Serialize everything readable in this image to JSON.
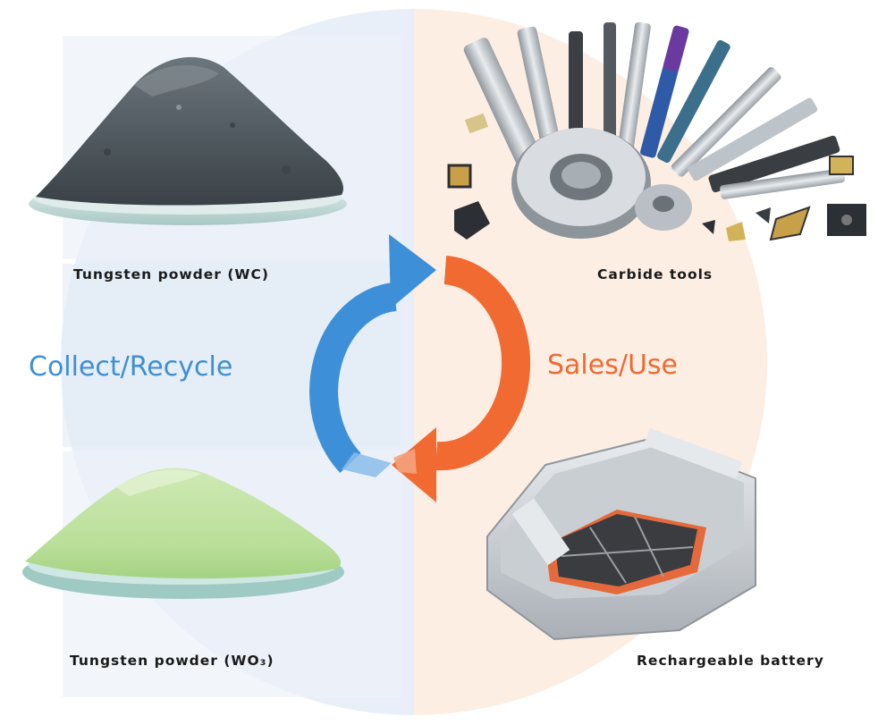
{
  "labels": {
    "tungsten_wc": "Tungsten powder (WC)",
    "carbide_tools": "Carbide tools",
    "tungsten_wo3": "Tungsten powder (WO₃)",
    "battery": "Rechargeable battery",
    "collect_recycle": "Collect/Recycle",
    "sales_use": "Sales/Use"
  },
  "colors": {
    "left_bg": "#e9eff8",
    "right_bg": "#fdeee3",
    "blue_arrow": "#3d8fd8",
    "orange_arrow": "#f06a32",
    "blue_text": "#3f8fd0",
    "orange_text": "#ee6a33"
  },
  "icons": [
    "wc-powder-pile-icon",
    "carbide-tools-icon",
    "wo3-powder-pile-icon",
    "battery-pack-icon",
    "cycle-arrow-blue-icon",
    "cycle-arrow-orange-icon"
  ]
}
